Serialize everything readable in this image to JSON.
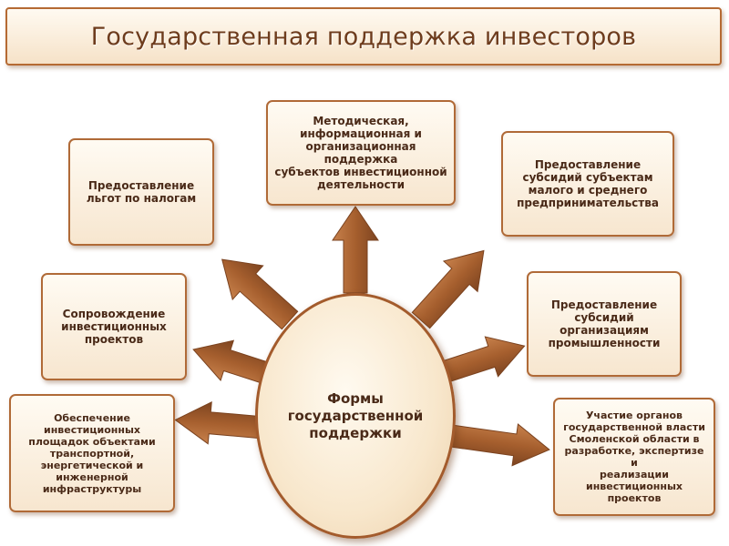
{
  "title": "Государственная поддержка инвесторов",
  "center": "Формы\nгосударственной\nподдержки",
  "boxes": {
    "tax_benefits": "Предоставление\nльгот по налогам",
    "methodical_support": "Методическая,\nинформационная и\nорганизационная поддержка\nсубъектов инвестиционной\nдеятельности",
    "subsidies_small_business": "Предоставление\nсубсидий субъектам\nмалого и среднего\nпредпринимательства",
    "project_support": "Сопровождение\nинвестиционных\nпроектов",
    "subsidies_industry": "Предоставление\nсубсидий\nорганизациям\nпромышленности",
    "infrastructure": "Обеспечение\nинвестиционных\nплощадок объектами\nтранспортной,\nэнергетической и\nинженерной\nинфраструктуры",
    "regional_participation": "Участие органов\nгосударственной власти\nСмоленской области в\nразработке, экспертизе и\nреализации\nинвестиционных\nпроектов"
  },
  "colors": {
    "border": "#b06a37",
    "arrow": "#a65f2e",
    "text": "#4a2a18",
    "title": "#6e3c1d"
  }
}
